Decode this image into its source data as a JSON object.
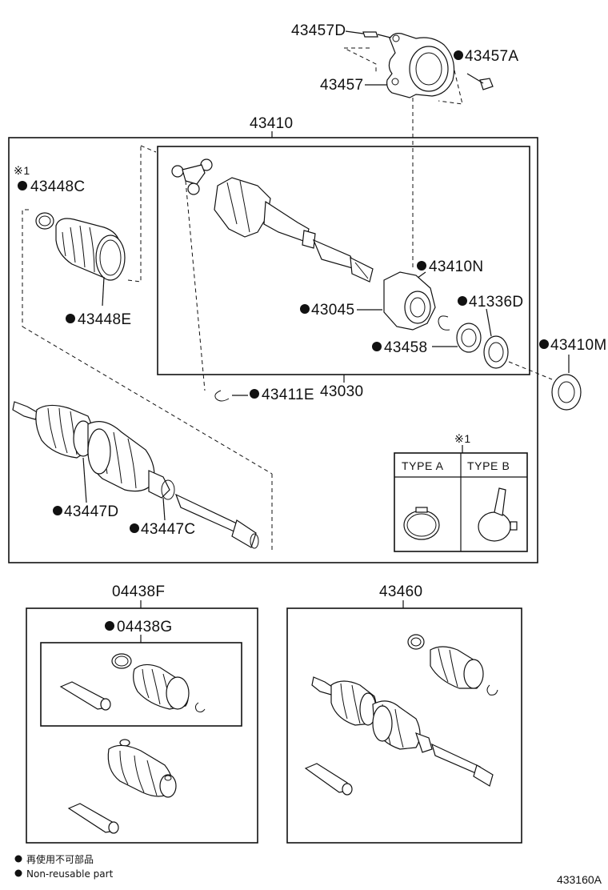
{
  "diagram": {
    "part_labels": {
      "p43457D": "43457D",
      "p43457A": "43457A",
      "p43457": "43457",
      "p43410": "43410",
      "p43448C": "43448C",
      "p43448E": "43448E",
      "p43410N": "43410N",
      "p43045": "43045",
      "p41336D": "41336D",
      "p43458": "43458",
      "p43410M": "43410M",
      "p43411E": "43411E",
      "p43030": "43030",
      "p43447D": "43447D",
      "p43447C": "43447C",
      "p04438F": "04438F",
      "p04438G": "04438G",
      "p43460": "43460"
    },
    "note_mark_1": "※1",
    "note_mark_2": "※1",
    "type_a": "TYPE A",
    "type_b": "TYPE B",
    "legend": {
      "line1": "再使用不可部品",
      "line2": "Non-reusable part"
    },
    "reference": "433160A"
  }
}
